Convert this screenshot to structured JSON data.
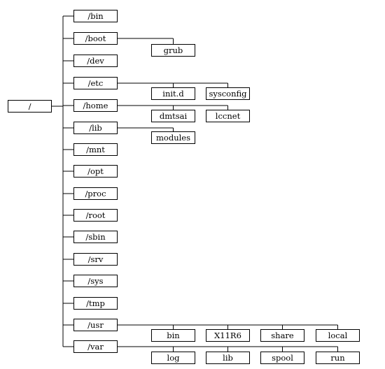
{
  "root": "/",
  "top_level": [
    "/bin",
    "/boot",
    "/dev",
    "/etc",
    "/home",
    "/lib",
    "/mnt",
    "/opt",
    "/proc",
    "/root",
    "/sbin",
    "/srv",
    "/sys",
    "/tmp",
    "/usr",
    "/var"
  ],
  "children": {
    "boot": [
      "grub"
    ],
    "etc": [
      "init.d",
      "sysconfig"
    ],
    "home": [
      "dmtsai",
      "lccnet"
    ],
    "lib": [
      "modules"
    ],
    "usr": [
      "bin",
      "X11R6",
      "share",
      "local"
    ],
    "var": [
      "log",
      "lib",
      "spool",
      "run"
    ]
  }
}
